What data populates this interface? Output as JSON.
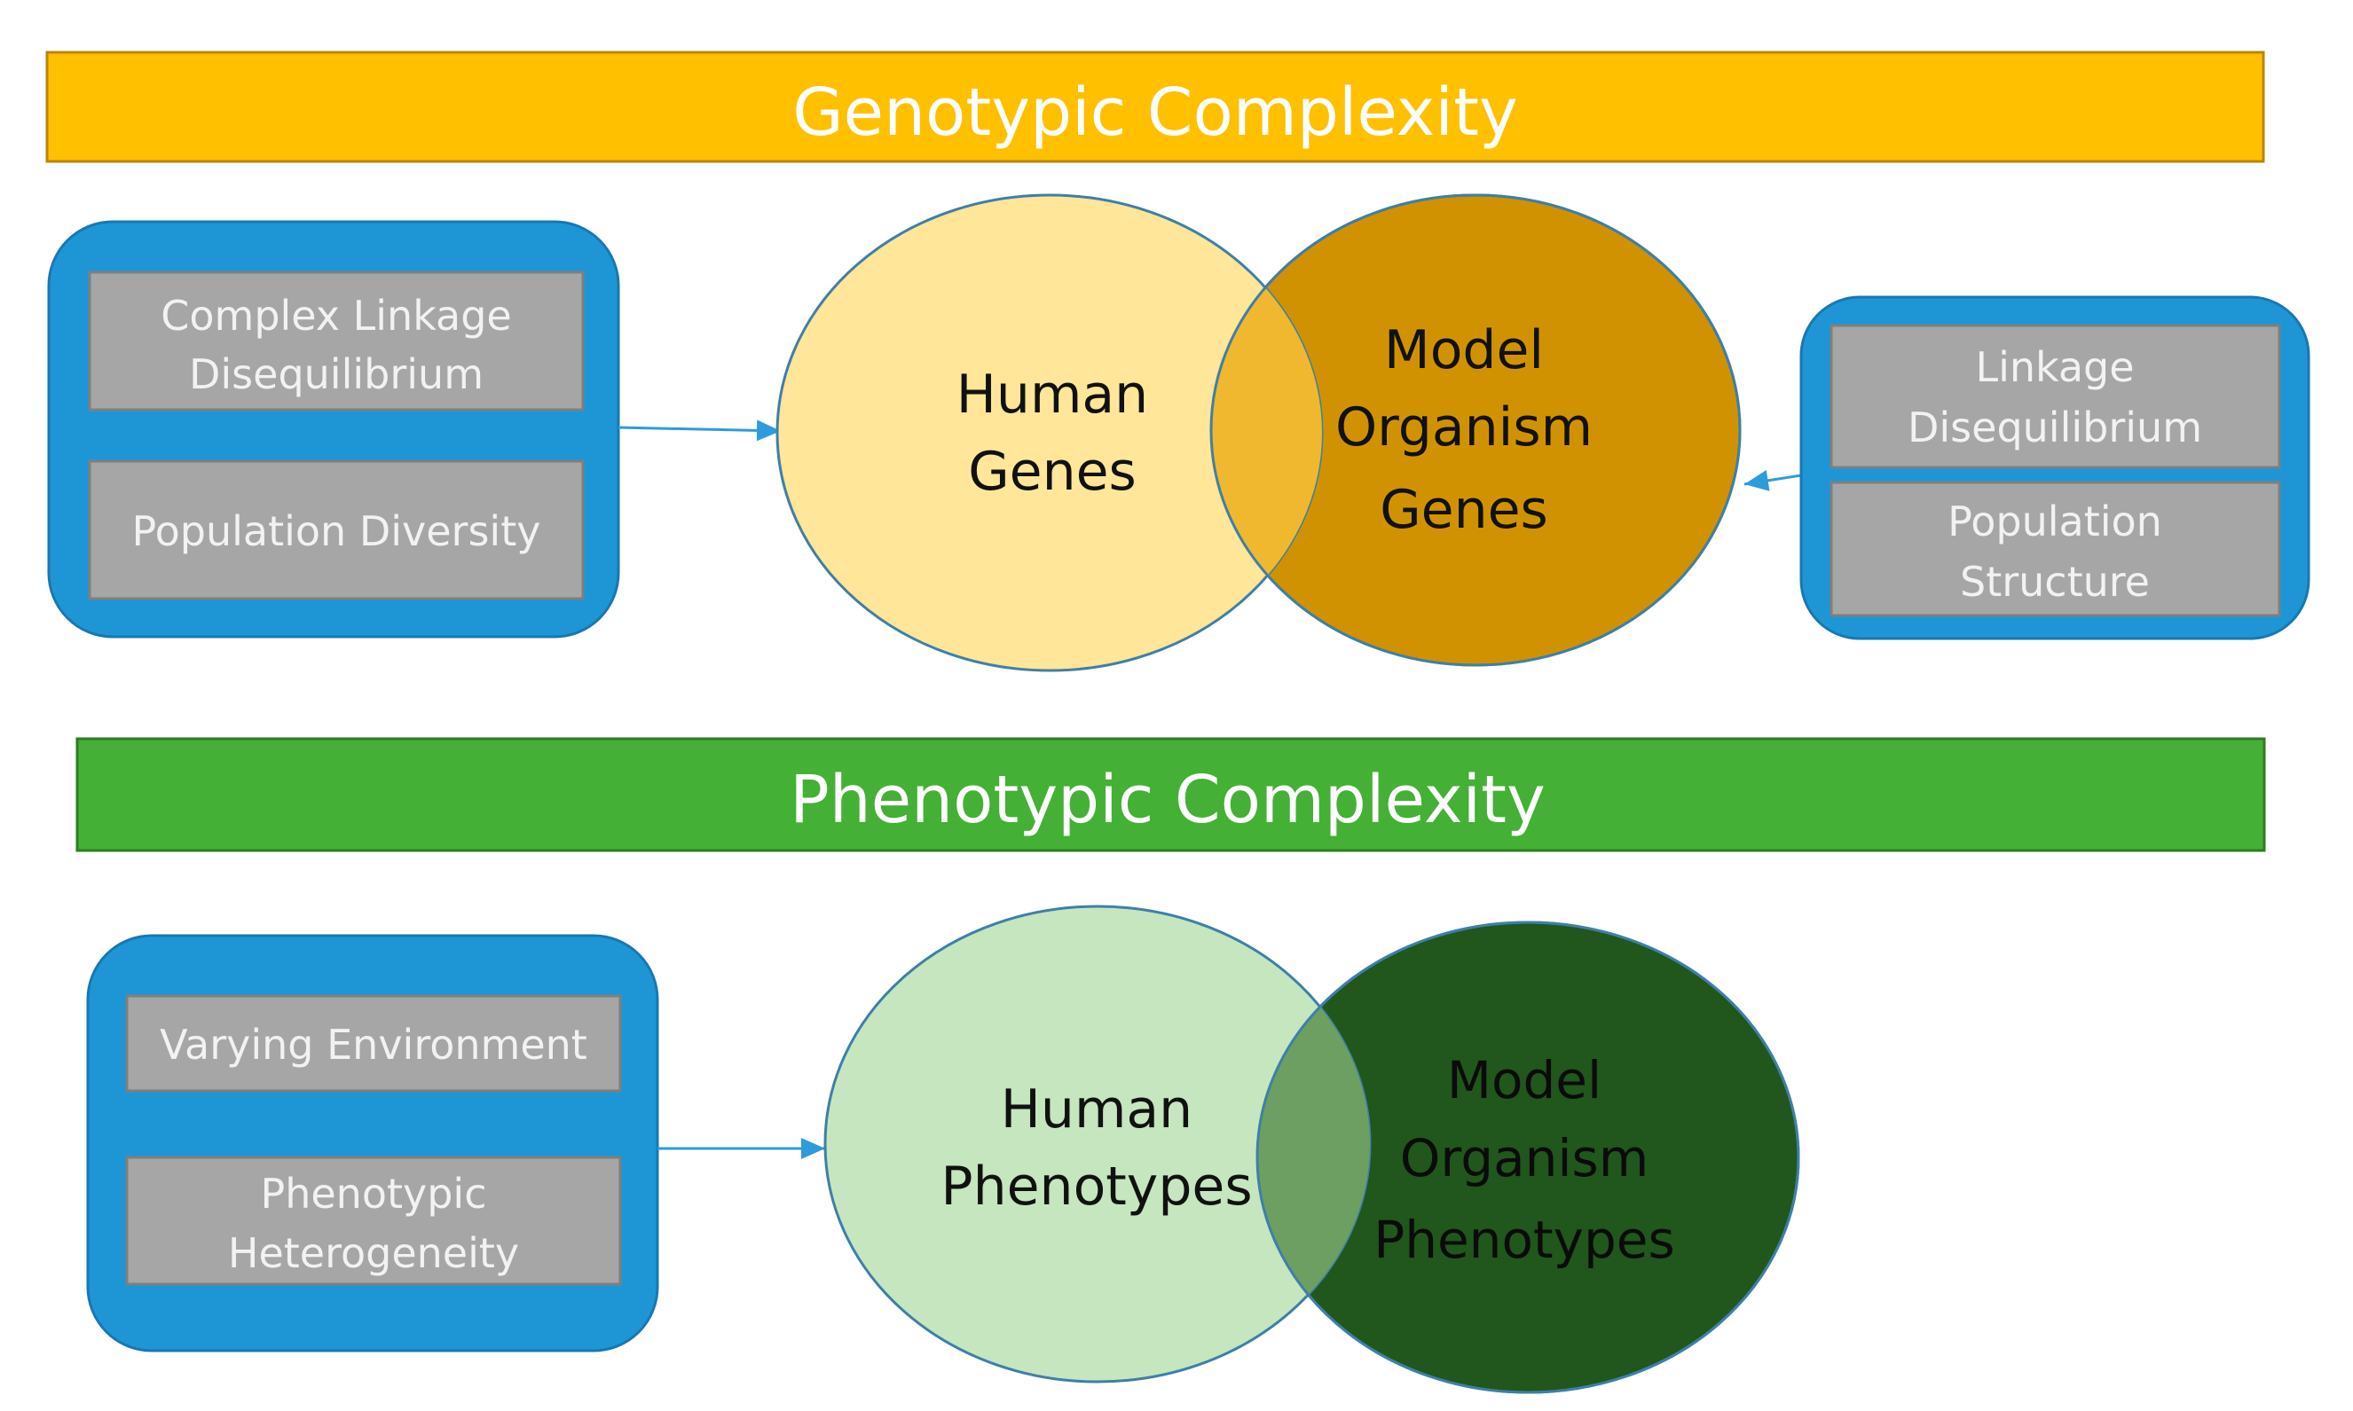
{
  "colors": {
    "genotypic_bar": "#FFC000",
    "genotypic_bar_border": "#B8860B",
    "phenotypic_bar": "#44B035",
    "phenotypic_bar_border": "#2E7D22",
    "panel_blue": "#1E96D6",
    "panel_border": "#1878B0",
    "factor_box": "#A6A6A6",
    "factor_box_border": "#7F7F7F",
    "human_genes": "#FFE699",
    "model_genes": "#D09200",
    "genes_overlap": "#F0B82E",
    "human_phenotypes": "#C5E6BE",
    "model_phenotypes": "#21561C",
    "phenotypes_overlap": "#6D9F63",
    "circle_outline": "#3F7FA8",
    "arrow": "#2E9BDD"
  },
  "genotypic": {
    "title": "Genotypic Complexity",
    "left_factors": {
      "first": [
        "Complex Linkage",
        "Disequilibrium"
      ],
      "second": [
        "Population Diversity"
      ]
    },
    "right_factors": {
      "first": [
        "Linkage",
        "Disequilibrium"
      ],
      "second": [
        "Population",
        "Structure"
      ]
    },
    "human_circle": [
      "Human",
      "Genes"
    ],
    "model_circle": [
      "Model",
      "Organism",
      "Genes"
    ]
  },
  "phenotypic": {
    "title": "Phenotypic Complexity",
    "left_factors": {
      "first": [
        "Varying Environment"
      ],
      "second": [
        "Phenotypic",
        "Heterogeneity"
      ]
    },
    "human_circle": [
      "Human",
      "Phenotypes"
    ],
    "model_circle": [
      "Model",
      "Organism",
      "Phenotypes"
    ]
  }
}
